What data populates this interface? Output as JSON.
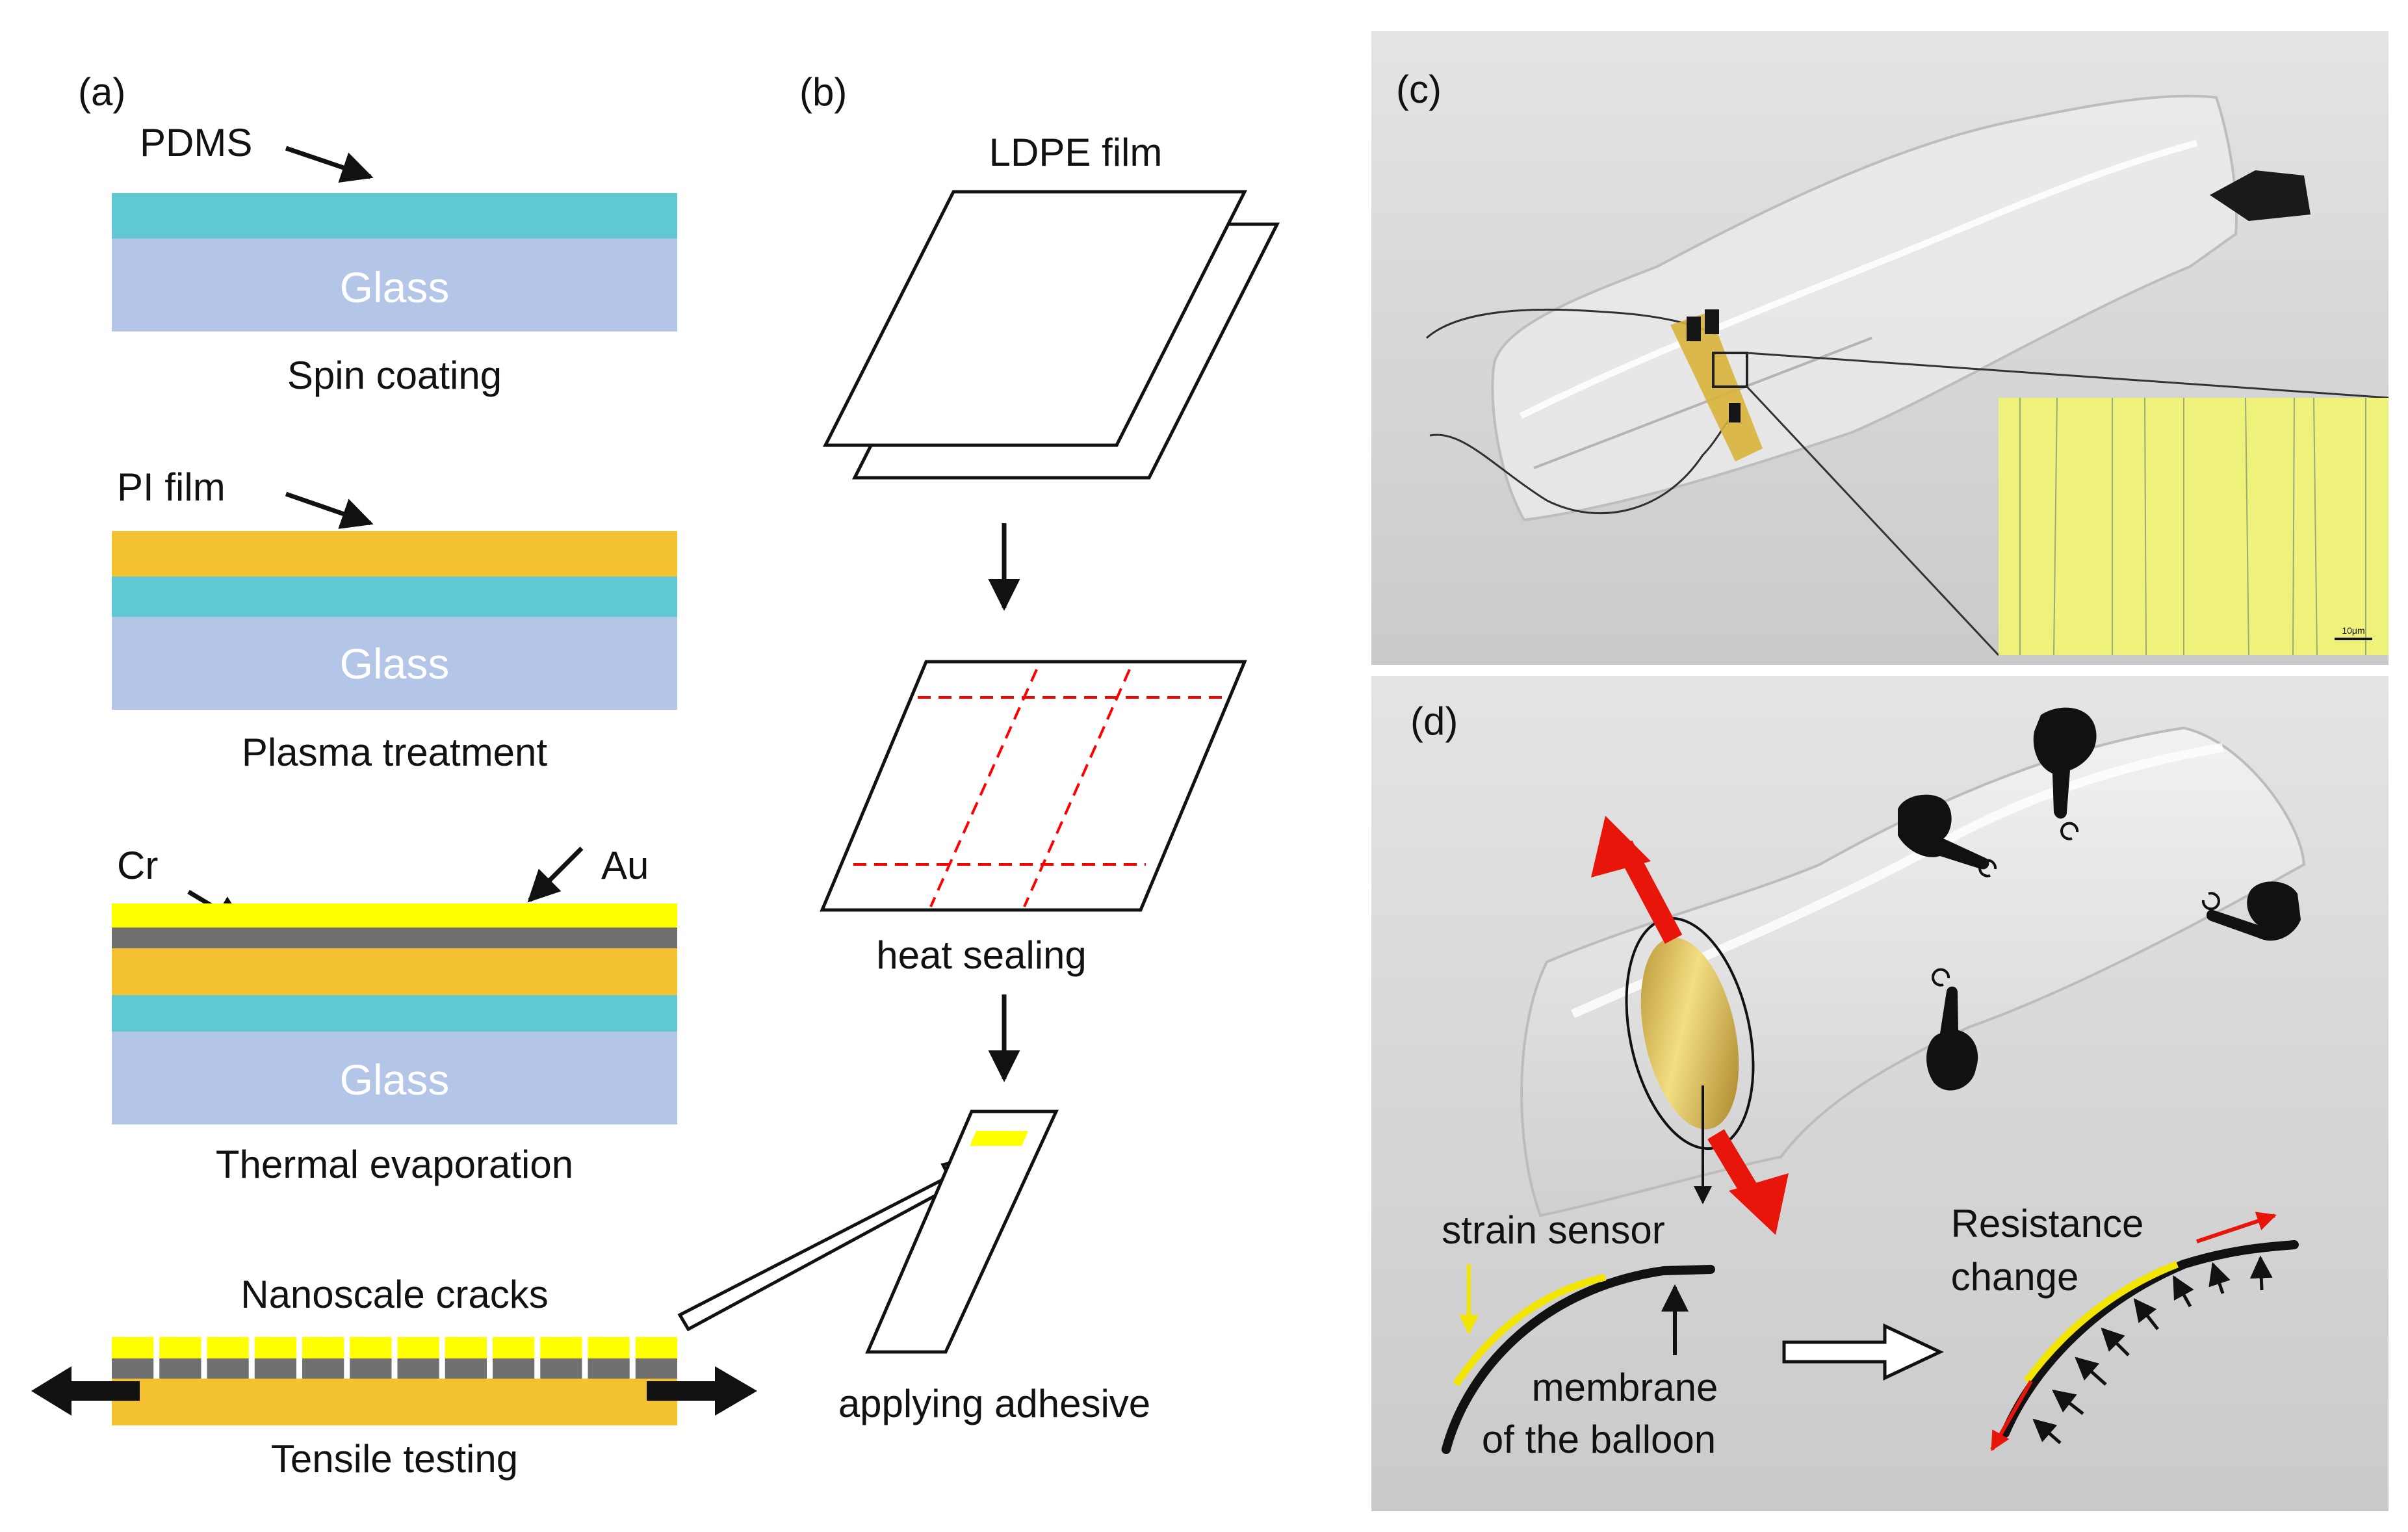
{
  "panel_a": {
    "label": "(a)",
    "glass": "Glass",
    "step1": {
      "material": "PDMS",
      "caption": "Spin coating"
    },
    "step2": {
      "material": "PI film",
      "caption": "Plasma treatment"
    },
    "step3": {
      "material_left": "Cr",
      "material_right": "Au",
      "caption": "Thermal evaporation"
    },
    "step4": {
      "note": "Nanoscale cracks",
      "caption": "Tensile testing"
    }
  },
  "panel_b": {
    "label": "(b)",
    "film": "LDPE film",
    "sealing": "heat sealing",
    "adhesive": "applying adhesive"
  },
  "panel_c": {
    "label": "(c)",
    "scale_bar": "10μm"
  },
  "panel_d": {
    "label": "(d)",
    "strain_sensor": "strain sensor",
    "membrane_line1": "membrane",
    "membrane_line2": "of the balloon",
    "resistance_line1": "Resistance",
    "resistance_line2": "change"
  },
  "colors": {
    "pdms": "#5fc8d3",
    "glass": "#b4c6e7",
    "pi_film": "#f4c230",
    "au": "#ffff00",
    "cr": "#707070",
    "seal_line": "#ff0000",
    "arrow_red": "#e8150a",
    "photo_bg": "#d9d9d9",
    "micro_yellow": "#eef27a"
  }
}
